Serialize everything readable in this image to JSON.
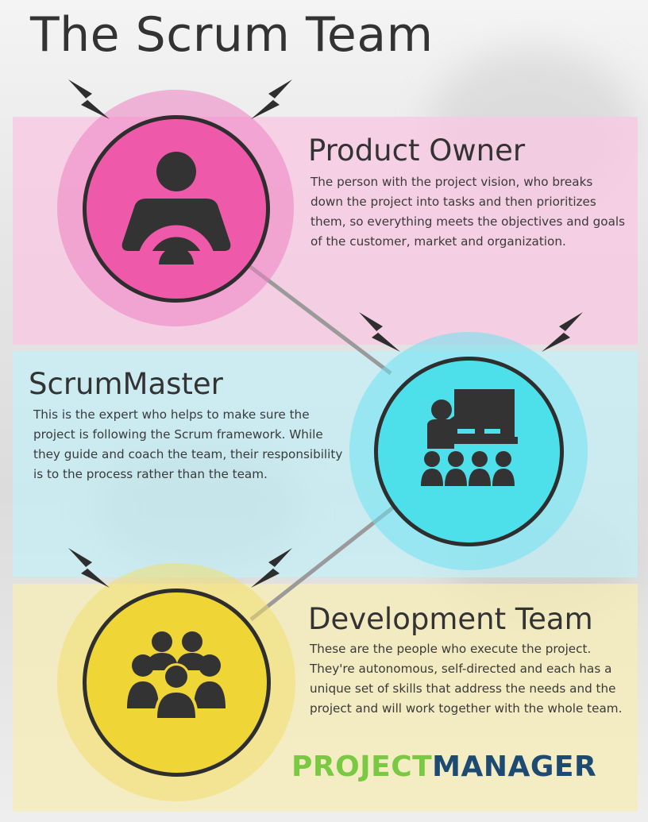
{
  "title": "The Scrum Team",
  "roles": [
    {
      "heading": "Product Owner",
      "description": "The person with the project vision, who breaks down the project into tasks and then prioritizes them, so everything meets the objectives and goals of the customer, market and organization.",
      "icon": "product-owner-icon",
      "color": "#ef5ba8"
    },
    {
      "heading": "ScrumMaster",
      "description": "This is the expert who helps to make sure the project is following the Scrum framework. While they guide and coach the team, their responsibility is to the process rather than the team.",
      "icon": "teacher-icon",
      "color": "#4ee0ea"
    },
    {
      "heading": "Development Team",
      "description": "These are the people who execute the project. They're autonomous, self-directed and each has a unique set of skills that address the needs and the project and will work together with the whole team.",
      "icon": "group-icon",
      "color": "#efd535"
    }
  ],
  "logo": {
    "part1": "PROJECT",
    "part2": "MANAGER",
    "color1": "#7ac943",
    "color2": "#1d4a73"
  }
}
